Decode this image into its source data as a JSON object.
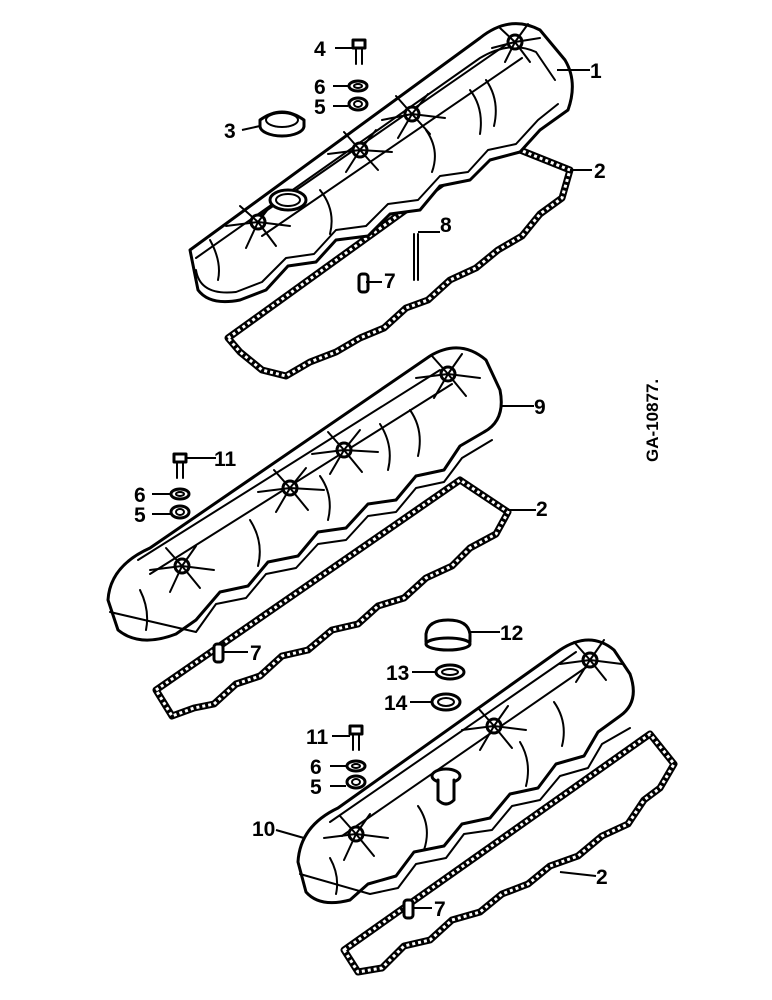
{
  "drawing_ref": "GA-10877.",
  "callouts": {
    "c1": "1",
    "c2a": "2",
    "c3": "3",
    "c4": "4",
    "c5a": "5",
    "c6a": "6",
    "c7a": "7",
    "c8": "8",
    "c9": "9",
    "c2b": "2",
    "c11a": "11",
    "c6b": "6",
    "c5b": "5",
    "c7b": "7",
    "c12": "12",
    "c13": "13",
    "c14": "14",
    "c11b": "11",
    "c6c": "6",
    "c5c": "5",
    "c10": "10",
    "c2c": "2",
    "c7c": "7"
  }
}
